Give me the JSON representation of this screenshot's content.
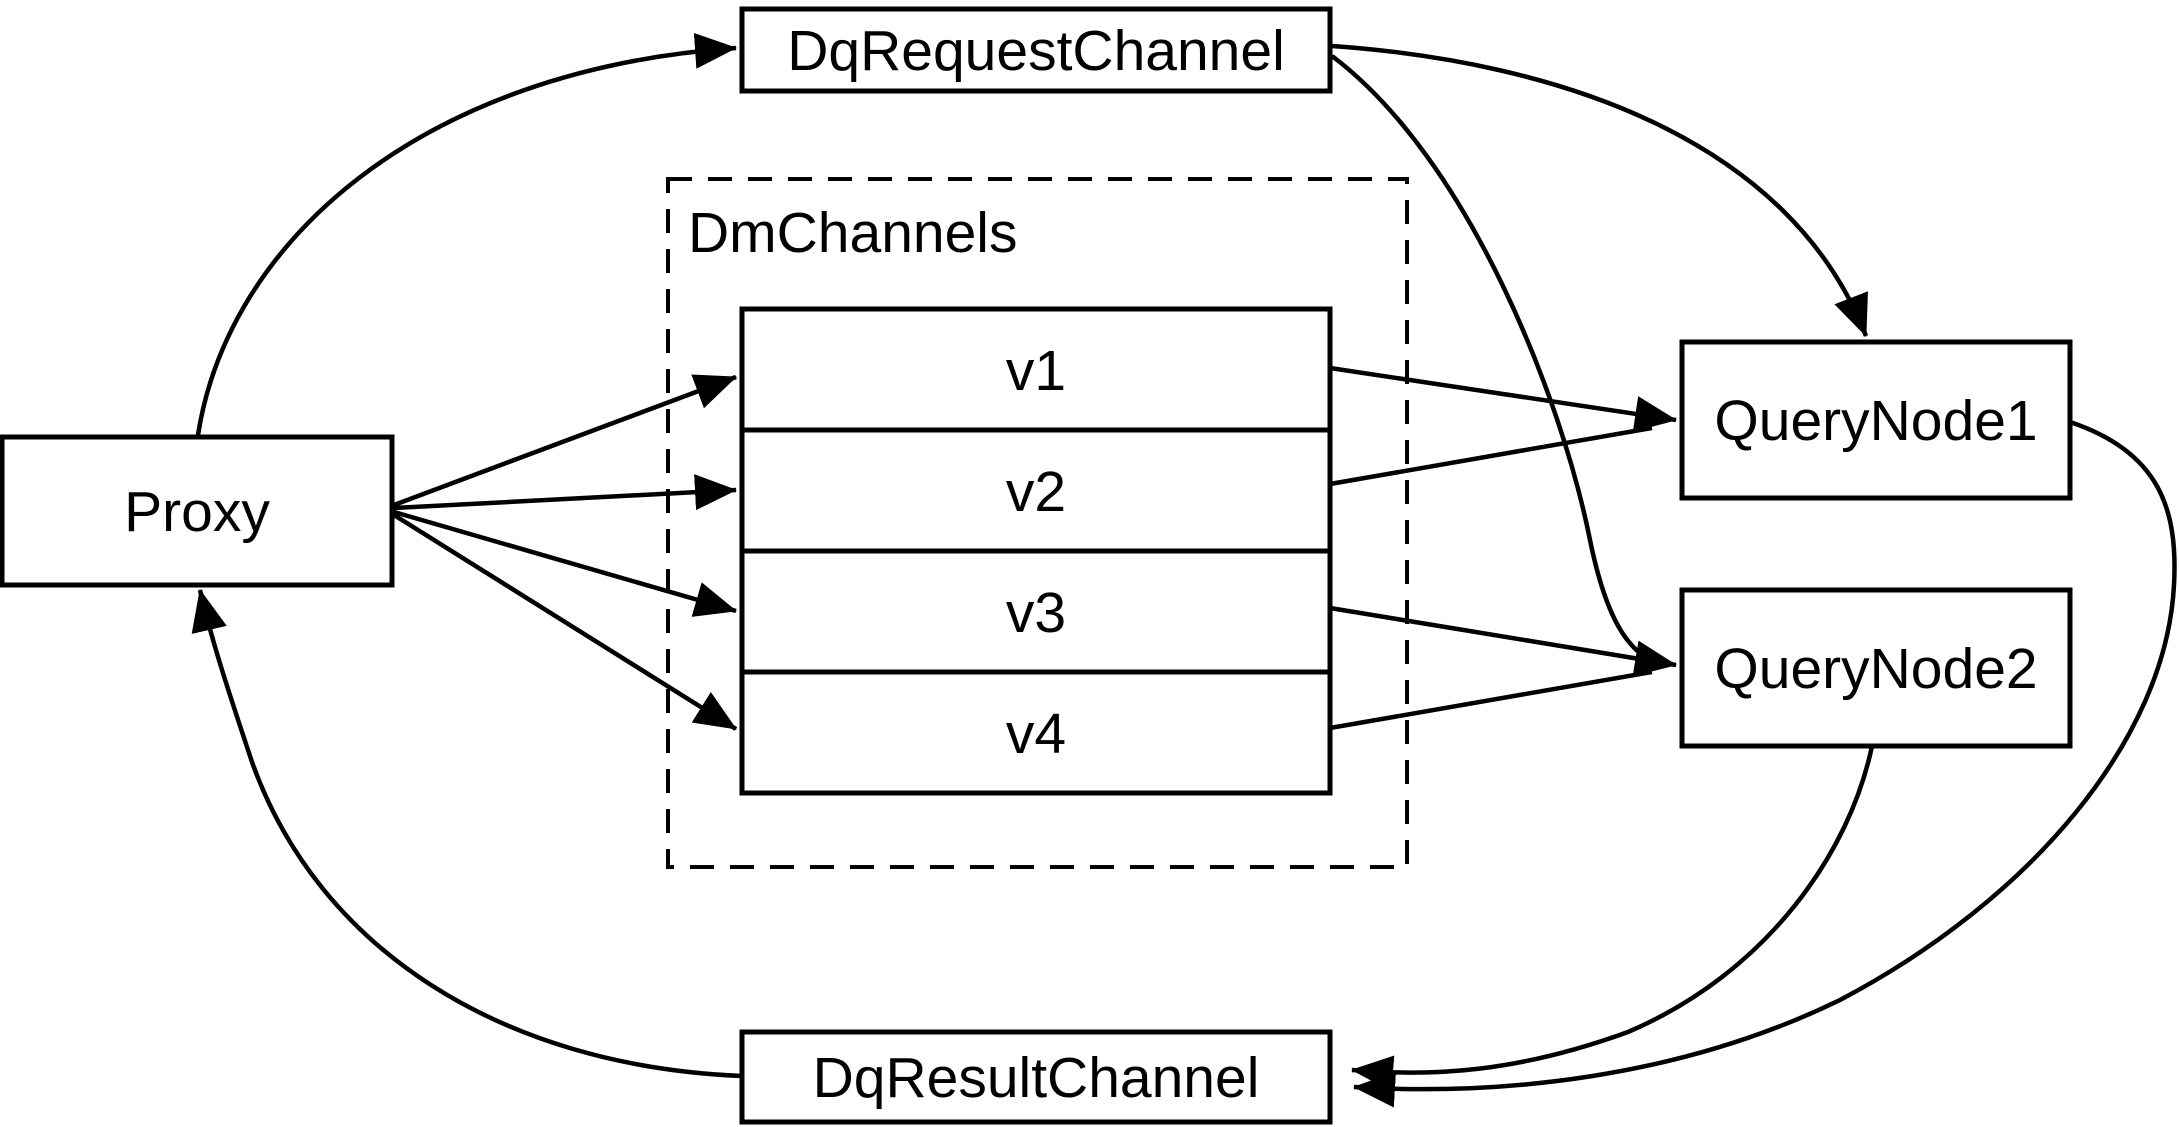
{
  "diagram": {
    "colors": {
      "background": "#ffffff",
      "stroke": "#000000",
      "text": "#000000"
    },
    "nodes": {
      "proxy": {
        "label": "Proxy"
      },
      "dq_request_channel": {
        "label": "DqRequestChannel"
      },
      "dm_channels": {
        "label": "DmChannels",
        "channels": [
          {
            "label": "v1"
          },
          {
            "label": "v2"
          },
          {
            "label": "v3"
          },
          {
            "label": "v4"
          }
        ]
      },
      "query_node_1": {
        "label": "QueryNode1"
      },
      "query_node_2": {
        "label": "QueryNode2"
      },
      "dq_result_channel": {
        "label": "DqResultChannel"
      }
    },
    "edges": [
      {
        "from": "Proxy",
        "to": "DqRequestChannel"
      },
      {
        "from": "DqRequestChannel",
        "to": "QueryNode1"
      },
      {
        "from": "DqRequestChannel",
        "to": "QueryNode2"
      },
      {
        "from": "Proxy",
        "to": "v1"
      },
      {
        "from": "Proxy",
        "to": "v2"
      },
      {
        "from": "Proxy",
        "to": "v3"
      },
      {
        "from": "Proxy",
        "to": "v4"
      },
      {
        "from": "v1",
        "to": "QueryNode1"
      },
      {
        "from": "v2",
        "to": "QueryNode1"
      },
      {
        "from": "v3",
        "to": "QueryNode2"
      },
      {
        "from": "v4",
        "to": "QueryNode2"
      },
      {
        "from": "QueryNode1",
        "to": "DqResultChannel"
      },
      {
        "from": "QueryNode2",
        "to": "DqResultChannel"
      },
      {
        "from": "DqResultChannel",
        "to": "Proxy"
      }
    ]
  }
}
